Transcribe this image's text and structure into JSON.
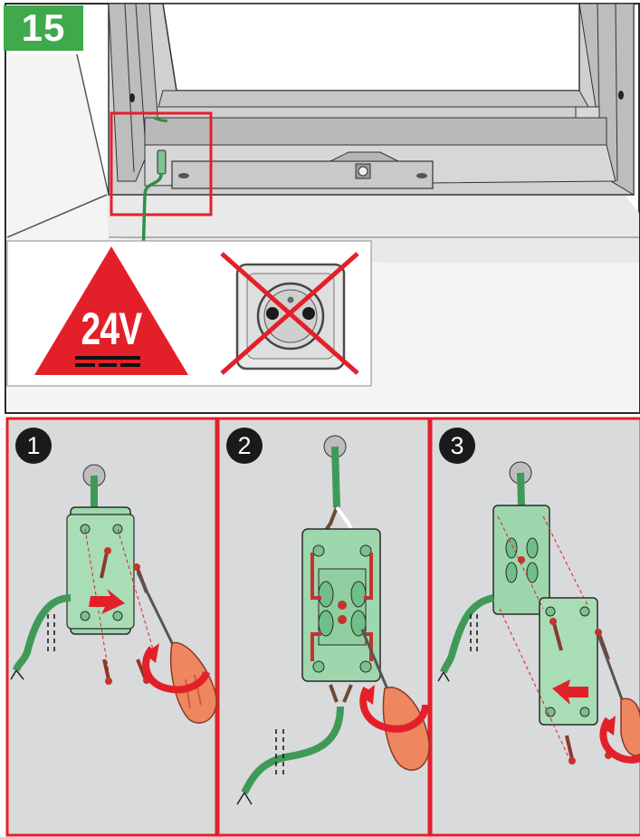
{
  "header": {
    "step_number": "15"
  },
  "warning": {
    "voltage_label": "24V"
  },
  "steps": [
    {
      "number": "1"
    },
    {
      "number": "2"
    },
    {
      "number": "3"
    }
  ],
  "colors": {
    "accent_green": "#3fa94b",
    "warning_red": "#e3202a",
    "panel_bg": "#d9dadb",
    "connector_green": "#9ed6ad",
    "cable_green": "#3f9a57",
    "screwdriver_orange": "#ee8660"
  },
  "icons": [
    "triangle-warning-icon",
    "crossed-socket-icon",
    "screwdriver-icon",
    "screw-icon",
    "arrow-icon",
    "rotate-arrow-icon",
    "cable-icon",
    "connector-icon"
  ]
}
